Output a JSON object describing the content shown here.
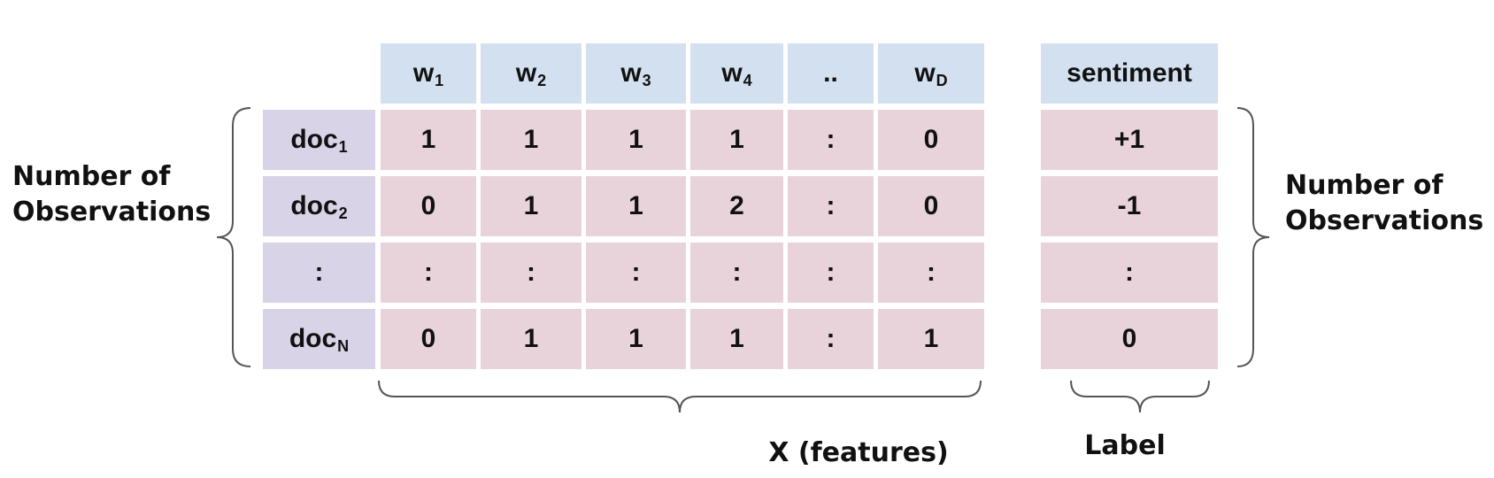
{
  "header": {
    "features": [
      {
        "base": "w",
        "sub": "1"
      },
      {
        "base": "w",
        "sub": "2"
      },
      {
        "base": "w",
        "sub": "3"
      },
      {
        "base": "w",
        "sub": "4"
      },
      {
        "base": "..",
        "sub": ""
      },
      {
        "base": "w",
        "sub": "D"
      }
    ],
    "label": "sentiment"
  },
  "rows": [
    {
      "doc": {
        "base": "doc",
        "sub": "1"
      },
      "values": [
        "1",
        "1",
        "1",
        "1",
        ":",
        "0"
      ],
      "label": "+1"
    },
    {
      "doc": {
        "base": "doc",
        "sub": "2"
      },
      "values": [
        "0",
        "1",
        "1",
        "2",
        ":",
        "0"
      ],
      "label": "-1"
    },
    {
      "doc": {
        "base": ":",
        "sub": ""
      },
      "values": [
        ":",
        ":",
        ":",
        ":",
        ":",
        ":"
      ],
      "label": ":"
    },
    {
      "doc": {
        "base": "doc",
        "sub": "N"
      },
      "values": [
        "0",
        "1",
        "1",
        "1",
        ":",
        "1"
      ],
      "label": "0"
    }
  ],
  "annotations": {
    "left_observations": [
      "Number of",
      "Observations"
    ],
    "right_observations": [
      "Number of",
      "Observations"
    ],
    "features_label": "X (features)",
    "label_label": "Label"
  },
  "colors": {
    "header_fill": "#d3e0ef",
    "row_header_fill": "#d8d3e6",
    "value_fill": "#e8d3db",
    "brace_stroke": "#555555"
  }
}
